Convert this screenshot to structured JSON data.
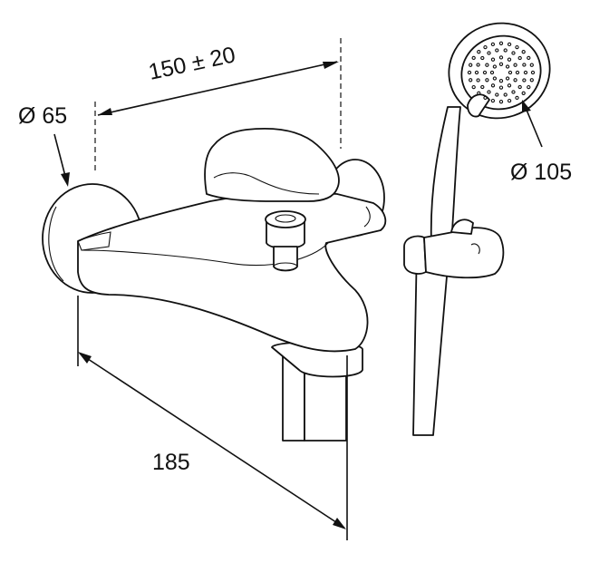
{
  "dimensions": {
    "spacing": "150 ± 20",
    "wall_flange": "Ø 65",
    "shower_head": "Ø 105",
    "projection": "185"
  }
}
